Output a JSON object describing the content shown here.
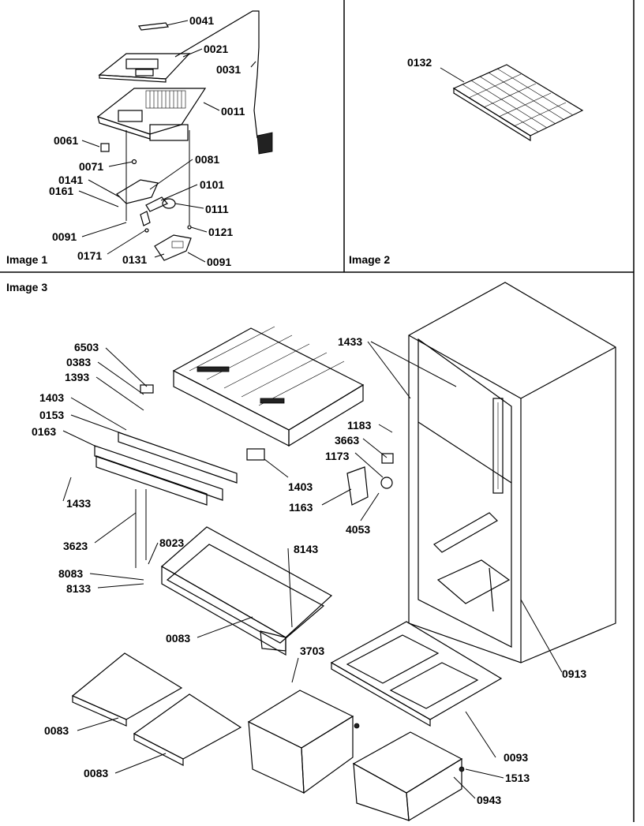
{
  "panels": {
    "image1": "Image 1",
    "image2": "Image 2",
    "image3": "Image 3"
  },
  "callouts": {
    "p0041": "0041",
    "p0021": "0021",
    "p0031": "0031",
    "p0011": "0011",
    "p0061": "0061",
    "p0071": "0071",
    "p0081": "0081",
    "p0141": "0141",
    "p0161": "0161",
    "p0101": "0101",
    "p0111": "0111",
    "p0091a": "0091",
    "p0121": "0121",
    "p0171": "0171",
    "p0131": "0131",
    "p0091b": "0091",
    "p0132": "0132",
    "p6503": "6503",
    "p0383": "0383",
    "p1393": "1393",
    "p1403a": "1403",
    "p0153": "0153",
    "p0163": "0163",
    "p1433a": "1433",
    "p1433b": "1433",
    "p1183": "1183",
    "p3663": "3663",
    "p1173": "1173",
    "p1403b": "1403",
    "p1163": "1163",
    "p4053": "4053",
    "p3623": "3623",
    "p8023": "8023",
    "p8143": "8143",
    "p8083": "8083",
    "p8133": "8133",
    "p0083a": "0083",
    "p3703": "3703",
    "p0913": "0913",
    "p0083b": "0083",
    "p0083c": "0083",
    "p0093": "0093",
    "p1513": "1513",
    "p0943": "0943"
  }
}
